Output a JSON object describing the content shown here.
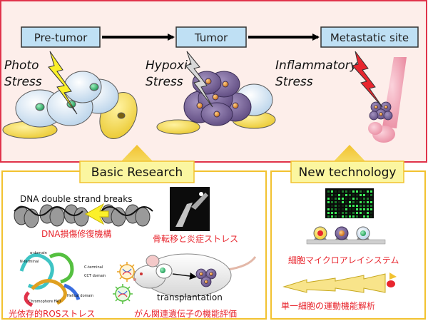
{
  "stages": [
    "Pre-tumor",
    "Tumor",
    "Metastatic site"
  ],
  "stresses": [
    {
      "line1": "Photo",
      "line2": "Stress"
    },
    {
      "line1": "Hypoxic",
      "line2": "Stress"
    },
    {
      "line1": "Inflammatory",
      "line2": "Stress"
    }
  ],
  "sections": {
    "basic_research": "Basic Research",
    "new_technology": "New technology"
  },
  "basic": {
    "dna_breaks": "DNA double strand breaks",
    "dna_repair": "DNA損傷修復機構",
    "bone_metastasis": "骨転移と炎症ストレス",
    "photo_ros": "光依存的ROSストレス",
    "transplantation": "transplantation",
    "cancer_genes": "がん関連遺伝子の機能評価",
    "protein_labels": [
      "α-domain",
      "N-terminal",
      "C-terminal",
      "CCT domain",
      "Chromophore FAD",
      "Helical domain"
    ]
  },
  "tech": {
    "microarray": "細胞マイクロアレイシステム",
    "single_cell": "単一細胞の運動機能解析"
  },
  "colors": {
    "frame_red": "#e0334a",
    "frame_gold": "#f2c230",
    "label_red": "#e8262e",
    "banner_yellow": "#fbf6a0",
    "box_blue": "#bfe0f4",
    "tumor_purple": "#6e5790",
    "bone_pink": "#f3a6b6",
    "bolt_yellow": "#fbf02a",
    "bolt_gray": "#d8d8d8",
    "bolt_red": "#e8262e"
  }
}
